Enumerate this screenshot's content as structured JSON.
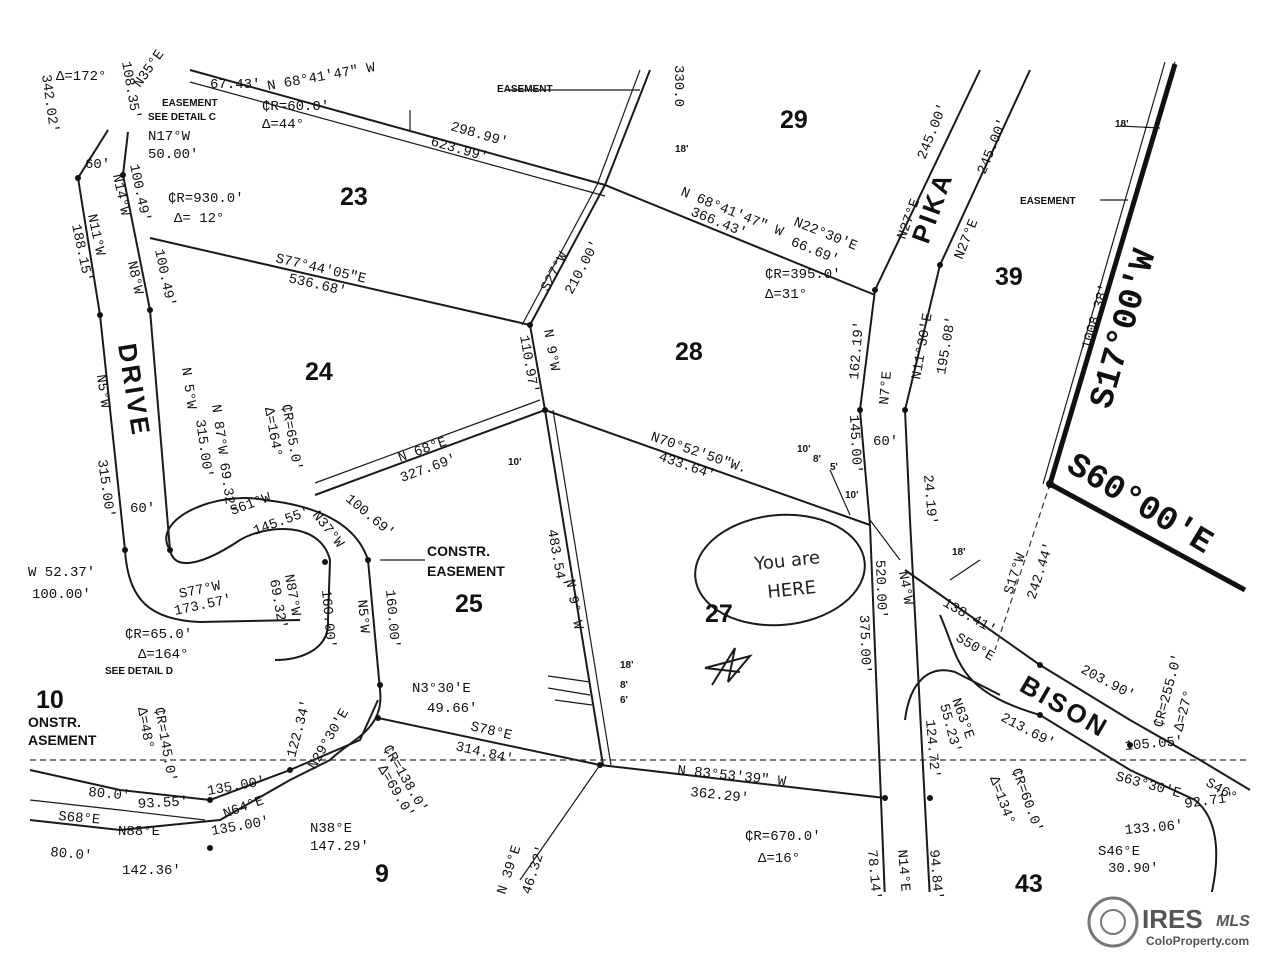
{
  "lots": [
    {
      "id": "lot-23",
      "label": "23"
    },
    {
      "id": "lot-24",
      "label": "24"
    },
    {
      "id": "lot-25",
      "label": "25"
    },
    {
      "id": "lot-27",
      "label": "27"
    },
    {
      "id": "lot-28",
      "label": "28"
    },
    {
      "id": "lot-29",
      "label": "29"
    },
    {
      "id": "lot-39",
      "label": "39"
    },
    {
      "id": "lot-43",
      "label": "43"
    },
    {
      "id": "lot-9",
      "label": "9"
    },
    {
      "id": "lot-10",
      "label": "10"
    }
  ],
  "roads": {
    "drive": "DRIVE",
    "pika": "PIKA",
    "bison": "BISON"
  },
  "annotations": {
    "easement": "EASEMENT",
    "easement_detail": "EASEMENT",
    "see_detail_c": "SEE DETAIL C",
    "see_detail_d": "SEE DETAIL D",
    "constr_easement_1": "CONSTR.",
    "constr_easement_2": "EASEMENT",
    "constr_left_1": "ONSTR.",
    "constr_left_2": "ASEMENT",
    "you_are_1": "You are",
    "you_are_2": "HERE"
  },
  "bearings": {
    "s17_w_big": "S17°00'W",
    "s60_e_big": "S60°00'E",
    "b_1008": "1008.38'",
    "b_n68_top": "N 68°41'47\" W",
    "b_29899": "298.99'",
    "b_62399": "623.99'",
    "b_n68_mid": "N 68°41'47\" W",
    "b_36643": "366.43'",
    "b_n22": "N22°30'E",
    "b_6669": "66.69'",
    "b_s77": "S77°44'05\"E",
    "b_53668": "536.68'",
    "b_s27": "S27°W",
    "b_21000": "210.00'",
    "b_n9_top": "N 9°W",
    "b_11097": "110.97'",
    "b_n68e": "N 68°E",
    "b_32769": "327.69'",
    "b_n70": "N70°52'50\"W.",
    "b_43364": "433.64'",
    "b_n9w": "N 9° W",
    "b_48354": "483.54'",
    "b_s78": "S78°E",
    "b_31484": "314.84'",
    "b_n83": "N 83°53'39\" W",
    "b_36229": "362.29'",
    "b_cr930": "₵R=930.0'",
    "b_d12": "Δ= 12°",
    "b_cr395": "₵R=395.0'",
    "b_d31": "Δ=31°",
    "b_cr650a": "₵R=65.0'",
    "b_d164a": "Δ=164°",
    "b_cr650b": "₵R=65.0'",
    "b_d164b": "Δ=164°",
    "b_cr600": "₵R=60.0'",
    "b_d44": "Δ=44°",
    "b_cr1450": "₵R=145.0'",
    "b_d48": "Δ=48°",
    "b_cr1380": "₵R=138.0'",
    "b_d69": "Δ=69.0'",
    "b_cr6700": "₵R=670.0'",
    "b_d16": "Δ=16°",
    "b_cr2550": "₵R=255.0'",
    "b_d27": "Δ=27°",
    "b_cr600b": "₵R=60.0'",
    "b_d134": "Δ=134°",
    "b_n17": "N17°W",
    "b_5000": "50.00'",
    "b_n14": "N14°W",
    "b_n11": "N11°W",
    "b_n8": "N8°W",
    "b_10049a": "100.49'",
    "b_10049b": "100.49'",
    "b_18815": "188.15'",
    "b_n5w_a": "N5°W",
    "b_31500a": "315.00'",
    "b_n5w_b": "N 5°W",
    "b_31500b": "315.00'",
    "b_60a": "60'",
    "b_60b": "60'",
    "b_60c": "60'",
    "b_n87a": "N 87°W 69.32'",
    "b_s61": "S61°W",
    "b_14555": "145.55'",
    "b_n37": "N37°W",
    "b_10069": "100.69'",
    "b_s77w": "S77°W",
    "b_17357": "173.57'",
    "b_n87b": "N87°W",
    "b_6932": "69.32'",
    "b_16000a": "160.00'",
    "b_n5w_c": "N5°W",
    "b_16000b": "160.00'",
    "b_n3": "N3°30'E",
    "b_4966": "49.66'",
    "b_n29": "N29°30'E",
    "b_12234": "122.34'",
    "b_13500a": "135.00'",
    "b_n64": "N64°E",
    "b_13500b": "135.00'",
    "b_n38": "N38°E",
    "b_14729": "147.29'",
    "b_9355": "93.55'",
    "b_800a": "80.0'",
    "b_s68": "S68°E",
    "b_n88": "N88°E",
    "b_800b": "80.0'",
    "b_14236": "142.36'",
    "b_5237": "W 52.37'",
    "b_10000": "100.00'",
    "b_34202": "342.02'",
    "b_d172": "Δ=172°",
    "b_10835": "108.35'",
    "b_n35": "N35°E",
    "b_6743": "67.43'",
    "b_n27a": "N27°E",
    "b_24500a": "245.00'",
    "b_n27b": "N27°E",
    "b_24500b": "245.00'",
    "b_n7": "N7°E",
    "b_16219": "162.19'",
    "b_n11e": "N11°30'E",
    "b_19508": "195.08'",
    "b_14500": "145.00'",
    "b_2419": "24.19'",
    "b_52000": "520.00'",
    "b_n4": "N4°W",
    "b_37500": "375.00'",
    "b_s17w": "S17°W",
    "b_24244": "242.44'",
    "b_13841": "138.41'",
    "b_s50": "S50°E",
    "b_20390": "203.90'",
    "b_21369": "213.69'",
    "b_10505": "105.05'",
    "b_s63": "S63°30'E",
    "b_9271": "92.71'",
    "b_13306": "133.06'",
    "b_s46a": "S46°",
    "b_s46b": "S46°E",
    "b_3090": "30.90'",
    "b_n63": "N63°E",
    "b_5523": "55.23'",
    "b_12472": "124.72'",
    "b_7814": "78.14'",
    "b_n14e": "N14°E",
    "b_9484": "94.84'",
    "b_n39": "N 39°E",
    "b_4632": "46.32'",
    "b_33000": "330.0",
    "b_18a": "18'",
    "b_18b": "18'",
    "b_18c": "18'",
    "b_18d": "18'",
    "b_10a": "10'",
    "b_10b": "10'",
    "b_8a": "8'",
    "b_8b": "8'",
    "b_6a": "6'",
    "b_5a": "5'",
    "b_10c": "10'"
  },
  "watermark": {
    "brand": "IRES",
    "mls": "MLS",
    "site": "ColoProperty.com"
  }
}
